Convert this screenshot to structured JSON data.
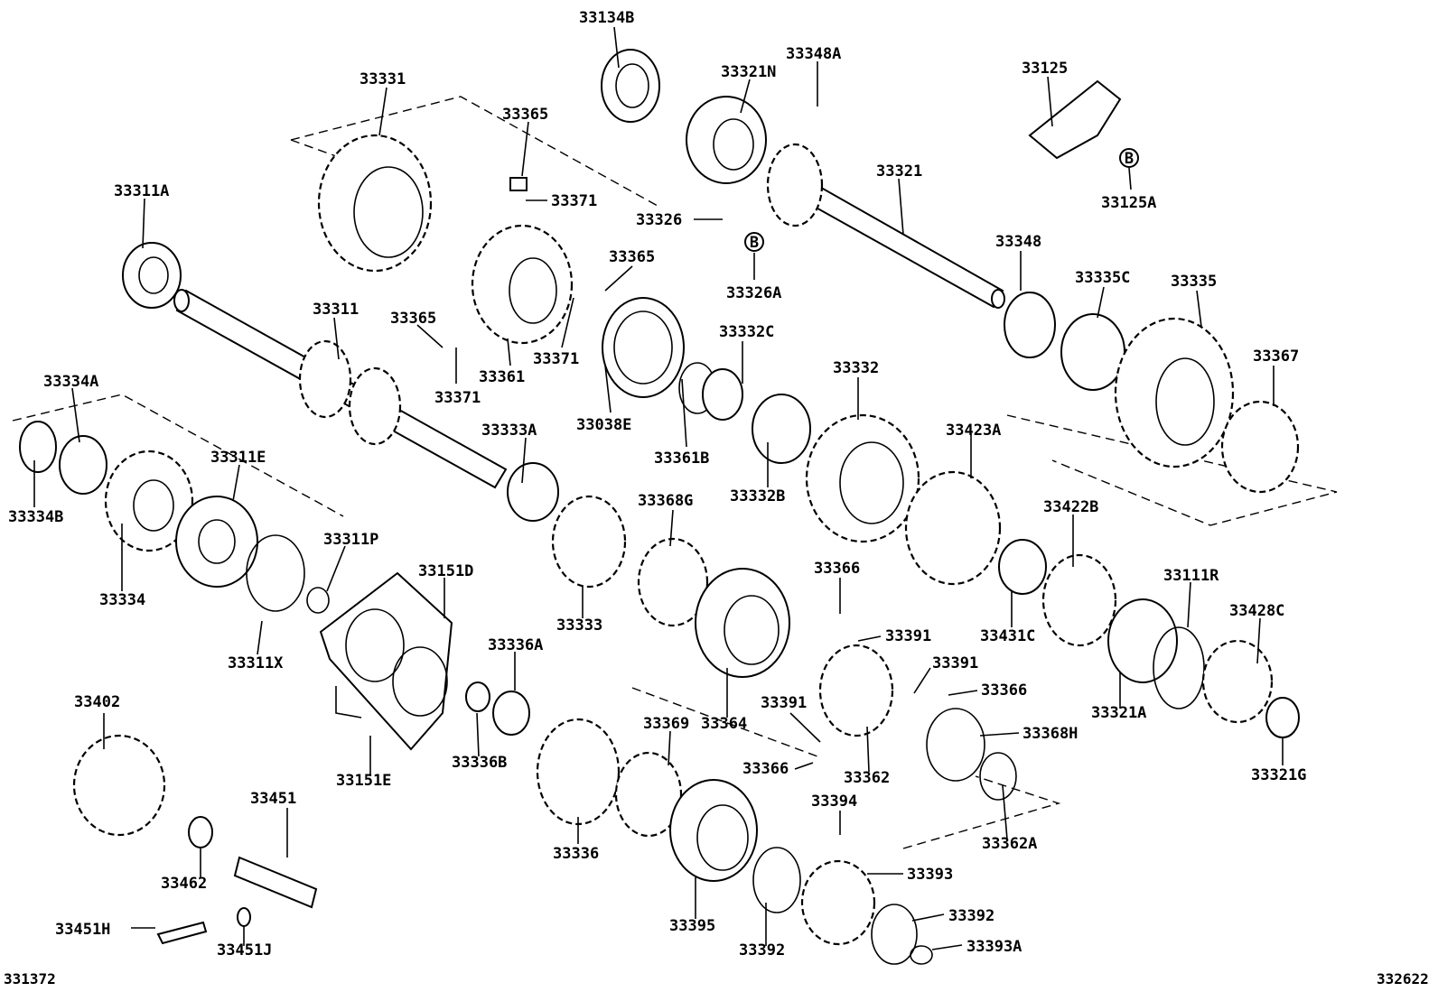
{
  "diagram": {
    "part_labels": [
      "33134B",
      "33348A",
      "33331",
      "33321N",
      "33125",
      "33365",
      "33371",
      "33326",
      "33321",
      "33311A",
      "33365",
      "33326A",
      "33348",
      "33335C",
      "33335",
      "33311",
      "33365",
      "33371",
      "33361",
      "33332C",
      "33125A",
      "33334A",
      "33371",
      "33333A",
      "33038E",
      "33332",
      "33367",
      "33361B",
      "33423A",
      "33311E",
      "33332B",
      "33334B",
      "33368G",
      "33422B",
      "33311P",
      "33151D",
      "33366",
      "33111R",
      "33428C",
      "33334",
      "33333",
      "33391",
      "33431C",
      "33311X",
      "33336A",
      "33391",
      "33366",
      "33402",
      "33369",
      "33364",
      "33391",
      "33321A",
      "33368H",
      "33336B",
      "33366",
      "33362",
      "33151E",
      "33321G",
      "33451",
      "33394",
      "33336",
      "33362A",
      "33393",
      "33462",
      "33395",
      "33392",
      "33451H",
      "33451J",
      "33392",
      "33393A"
    ],
    "circle_markers": [
      "B",
      "B"
    ],
    "corner_left": "331372",
    "corner_right": "332622"
  }
}
